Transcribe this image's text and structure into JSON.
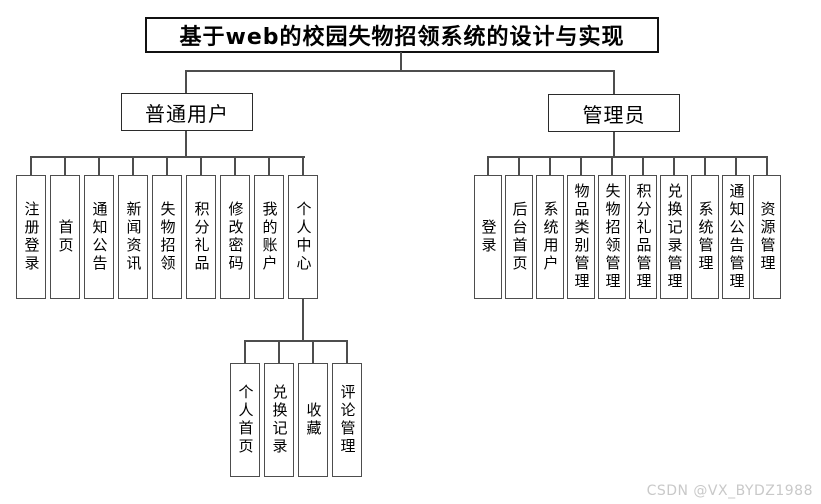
{
  "diagram": {
    "title": "基于web的校园失物招领系统的设计与实现",
    "branches": [
      {
        "label": "普通用户",
        "children": [
          "注册登录",
          "首页",
          "通知公告",
          "新闻资讯",
          "失物招领",
          "积分礼品",
          "修改密码",
          "我的账户",
          "个人中心"
        ]
      },
      {
        "label": "管理员",
        "children": [
          "登录",
          "后台首页",
          "系统用户",
          "物品类别管理",
          "失物招领管理",
          "积分礼品管理",
          "兑换记录管理",
          "系统管理",
          "通知公告管理",
          "资源管理"
        ]
      }
    ],
    "personal_center": {
      "children": [
        "个人首页",
        "兑换记录",
        "收藏",
        "评论管理"
      ]
    }
  },
  "watermark": "CSDN @VX_BYDZ1988",
  "colors": {
    "background": "#ffffff",
    "line": "#4d4d4d",
    "node_border": "#4d4d4d",
    "title_border": "#111111",
    "text": "#000000",
    "watermark_text": "#c9c9c9"
  }
}
